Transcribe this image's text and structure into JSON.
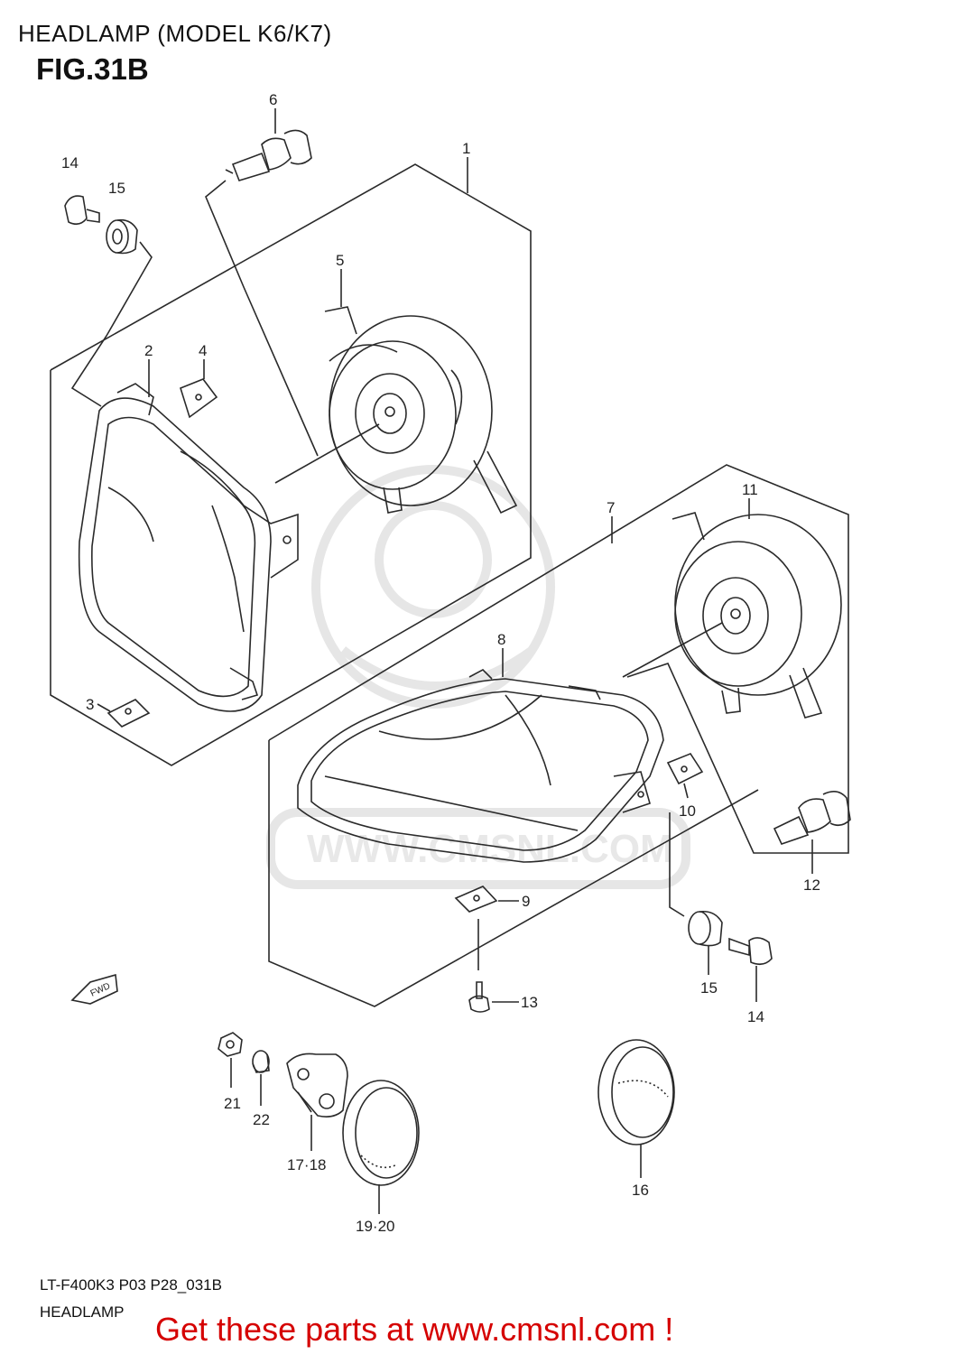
{
  "header": {
    "title": "HEADLAMP (MODEL K6/K7)",
    "figure": "FIG.31B"
  },
  "callouts": [
    "1",
    "2",
    "3",
    "4",
    "5",
    "6",
    "7",
    "8",
    "9",
    "10",
    "11",
    "12",
    "13",
    "14",
    "15",
    "14",
    "15",
    "21",
    "22",
    "17·18",
    "19·20",
    "16"
  ],
  "direction_marker": "FWD",
  "watermark": "WWW.CMSNL.COM",
  "footer": {
    "code": "LT-F400K3 P03 P28_031B",
    "name": "HEADLAMP",
    "cta": "Get these parts at www.cmsnl.com !"
  },
  "colors": {
    "line": "#2a2a2a",
    "watermark": "#e3e3e3",
    "cta": "#d50000"
  }
}
